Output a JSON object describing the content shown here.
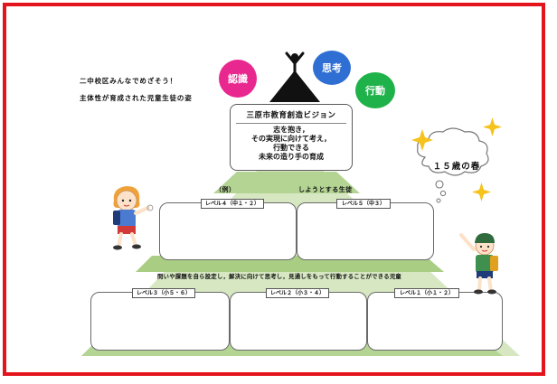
{
  "slogans": {
    "line1": "二中校区みんなでめざそう！",
    "line2": "主体性が育成された児童生徒の姿"
  },
  "circles": {
    "ninshiki": {
      "label": "認識",
      "color": "#e8288e"
    },
    "shikou": {
      "label": "思考",
      "color": "#2f6fd3"
    },
    "koudou": {
      "label": "行動",
      "color": "#20b24a"
    }
  },
  "vision": {
    "title": "三原市教育創造ビジョン",
    "line1": "志を抱き，",
    "line2": "その実現に向けて考え，",
    "line3": "行動できる",
    "line4": "未来の造り手の育成"
  },
  "goal_bubble": {
    "text": "１５歳の春"
  },
  "tier2": {
    "example_label": "（例）",
    "caption": "しようとする生徒",
    "level4_tag": "レベル４（中１・２）",
    "level5_tag": "レベル５（中３）"
  },
  "tier1": {
    "caption": "問いや課題を自ら設定し，解決に向けて思考し，見通しをもって行動することができる児童",
    "level3_tag": "レベル３（小５・６）",
    "level2_tag": "レベル２（小３・４）",
    "level1_tag": "レベル１（小１・２）"
  },
  "colors": {
    "frame": "#e4141c",
    "pyramid_light": "#d6e7c2",
    "pyramid_mid": "#b9d69a",
    "pyramid_band": "#a8cd83"
  }
}
